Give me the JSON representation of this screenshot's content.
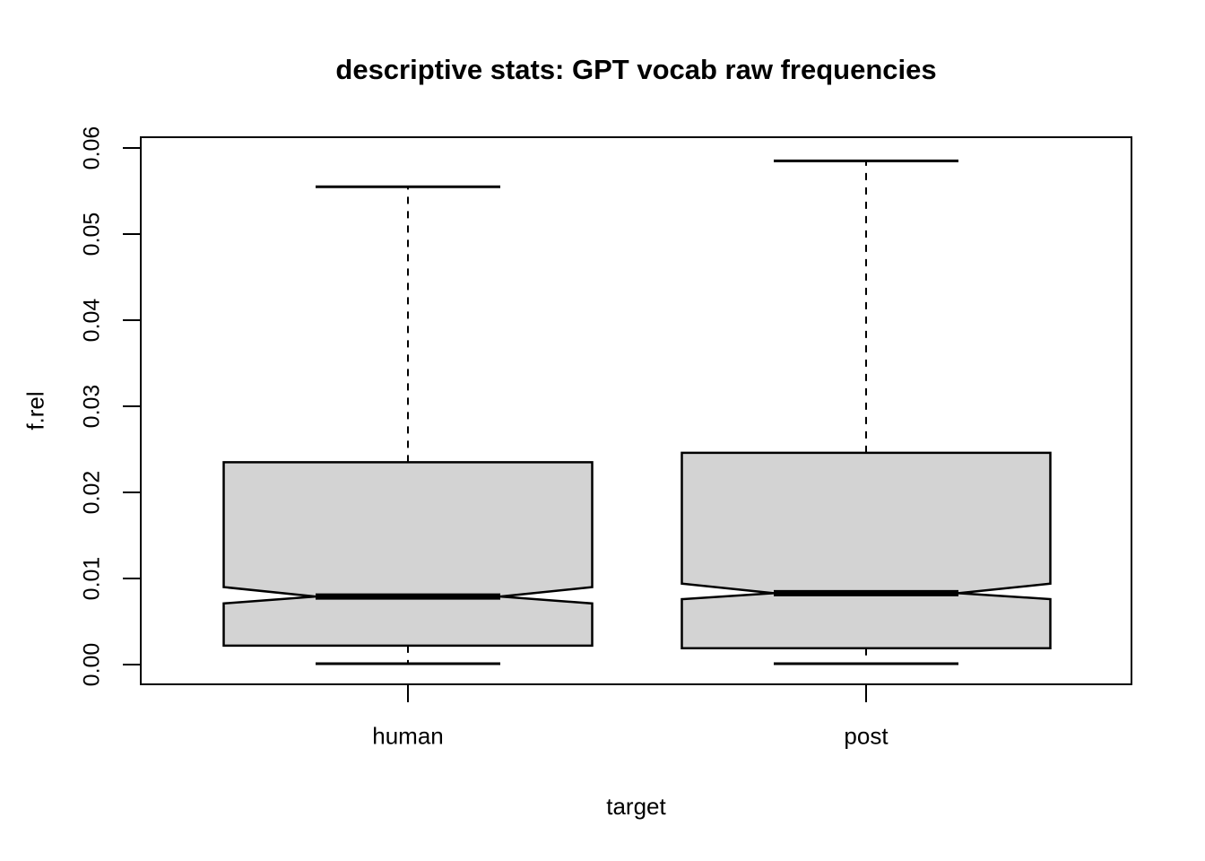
{
  "chart_data": {
    "type": "boxplot",
    "title": "descriptive stats: GPT vocab raw frequencies",
    "xlabel": "target",
    "ylabel": "f.rel",
    "categories": [
      "human",
      "post"
    ],
    "ylim": [
      0,
      0.06
    ],
    "y_ticks": [
      0.0,
      0.01,
      0.02,
      0.03,
      0.04,
      0.05,
      0.06
    ],
    "y_tick_labels": [
      "0.00",
      "0.01",
      "0.02",
      "0.03",
      "0.04",
      "0.05",
      "0.06"
    ],
    "notched": true,
    "grid": false,
    "legend": null,
    "box_fill": "#D3D3D3",
    "line_color": "#000000",
    "background": "#FFFFFF",
    "boxes": [
      {
        "label": "human",
        "whisker_low": 0.0001,
        "q1": 0.0022,
        "notch_low": 0.0071,
        "median": 0.0079,
        "notch_high": 0.009,
        "q3": 0.0235,
        "whisker_high": 0.0555
      },
      {
        "label": "post",
        "whisker_low": 0.0001,
        "q1": 0.0019,
        "notch_low": 0.0076,
        "median": 0.0083,
        "notch_high": 0.0094,
        "q3": 0.0246,
        "whisker_high": 0.0585
      }
    ]
  }
}
